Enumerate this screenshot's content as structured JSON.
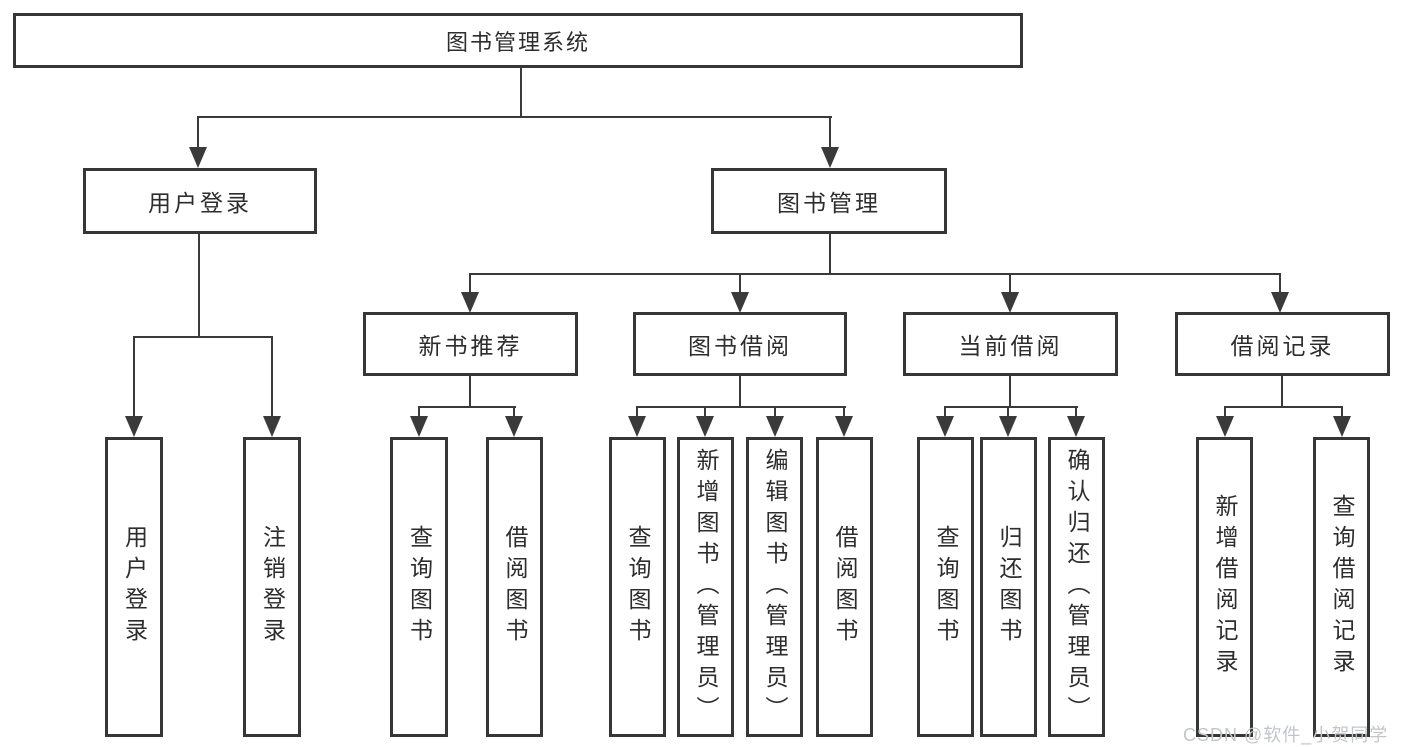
{
  "tree": {
    "root": {
      "label": "图书管理系统",
      "children": [
        {
          "label": "用户登录",
          "children": [
            {
              "label": "用户登录"
            },
            {
              "label": "注销登录"
            }
          ]
        },
        {
          "label": "图书管理",
          "children": [
            {
              "label": "新书推荐",
              "children": [
                {
                  "label": "查询图书"
                },
                {
                  "label": "借阅图书"
                }
              ]
            },
            {
              "label": "图书借阅",
              "children": [
                {
                  "label": "查询图书"
                },
                {
                  "label": "新增图书（管理员）"
                },
                {
                  "label": "编辑图书（管理员）"
                },
                {
                  "label": "借阅图书"
                }
              ]
            },
            {
              "label": "当前借阅",
              "children": [
                {
                  "label": "查询图书"
                },
                {
                  "label": "归还图书"
                },
                {
                  "label": "确认归还（管理员）"
                }
              ]
            },
            {
              "label": "借阅记录",
              "children": [
                {
                  "label": "新增借阅记录"
                },
                {
                  "label": "查询借阅记录"
                }
              ]
            }
          ]
        }
      ]
    }
  },
  "watermark": {
    "text": "CSDN @软件_小贺同学"
  },
  "colors": {
    "line": "#3a3a3a",
    "box_border": "#363636",
    "text": "#2d2d2d",
    "watermark": "#c2c5c9",
    "background": "#ffffff"
  }
}
